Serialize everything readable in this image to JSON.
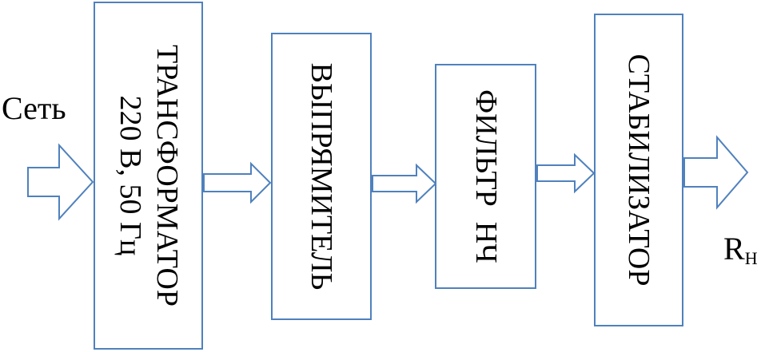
{
  "input_label": "Сеть",
  "output_label": {
    "main": "R",
    "subscript": "Н"
  },
  "blocks": [
    {
      "line1": "ТРАНСФОРМАТОР",
      "line2": "220 В, 50 Гц"
    },
    {
      "line1": "ВЫПРЯМИТЕЛЬ"
    },
    {
      "line1": "ФИЛЬТР  НЧ"
    },
    {
      "line1": "СТАБИЛИЗАТОР"
    }
  ],
  "colors": {
    "block_border": "#4f81bd",
    "arrow_outline": "#4f81bd",
    "text": "#000000",
    "background": "#ffffff"
  },
  "arrow_icon": "block-arrow-right-icon"
}
